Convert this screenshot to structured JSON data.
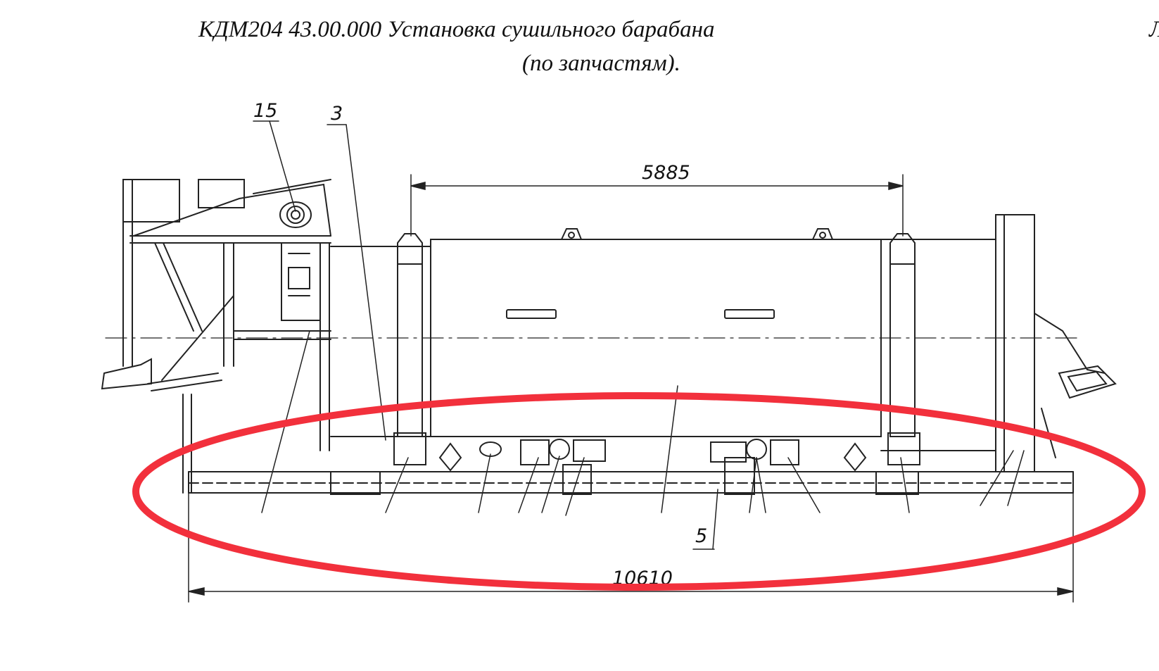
{
  "document": {
    "title": "КДМ204 43.00.000 Установка сушильного барабана",
    "subtitle": "(по запчастям).",
    "edge_glyph": "Л"
  },
  "dimensions": {
    "drum_length": "5885",
    "total_length": "10610"
  },
  "callouts": {
    "c15": "15",
    "c3": "3",
    "c5": "5"
  },
  "annotation": {
    "highlight_color": "#f2303c",
    "highlight_shape": "ellipse"
  }
}
